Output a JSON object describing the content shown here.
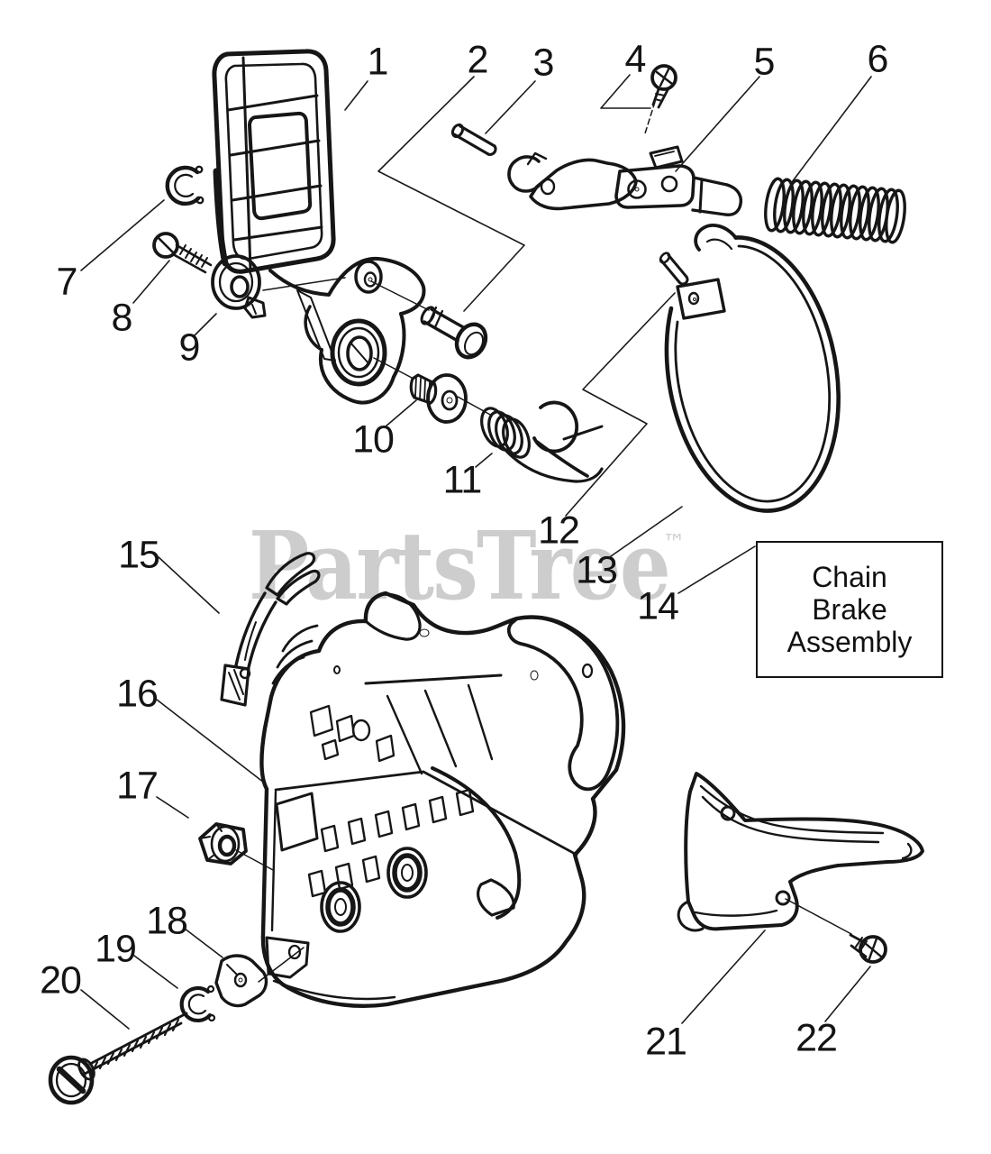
{
  "page": {
    "background": "#ffffff",
    "line_color": "#161616"
  },
  "watermark": {
    "text": "PartsTree",
    "tm": "™",
    "color": "#cdcdcd"
  },
  "assembly_box": {
    "lines": [
      "Chain",
      "Brake",
      "Assembly"
    ]
  },
  "callouts": [
    {
      "num": "1"
    },
    {
      "num": "2"
    },
    {
      "num": "3"
    },
    {
      "num": "4"
    },
    {
      "num": "5"
    },
    {
      "num": "6"
    },
    {
      "num": "7"
    },
    {
      "num": "8"
    },
    {
      "num": "9"
    },
    {
      "num": "10"
    },
    {
      "num": "11"
    },
    {
      "num": "12"
    },
    {
      "num": "13"
    },
    {
      "num": "14"
    },
    {
      "num": "15"
    },
    {
      "num": "16"
    },
    {
      "num": "17"
    },
    {
      "num": "18"
    },
    {
      "num": "19"
    },
    {
      "num": "20"
    },
    {
      "num": "21"
    },
    {
      "num": "22"
    }
  ]
}
